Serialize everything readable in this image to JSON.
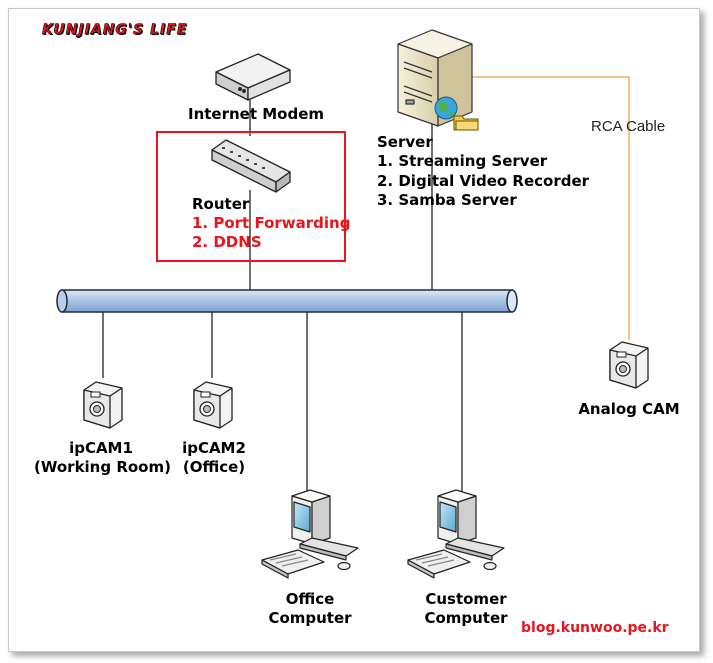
{
  "logo": "KUNJIANG'S LIFE",
  "nodes": {
    "modem": {
      "label": "Internet Modem"
    },
    "router": {
      "label": "Router",
      "features": [
        "1. Port Forwarding",
        "2. DDNS"
      ]
    },
    "server": {
      "label": "Server",
      "features": [
        "1. Streaming Server",
        "2. Digital Video Recorder",
        "3. Samba Server"
      ]
    },
    "rca_cable": {
      "label": "RCA Cable"
    },
    "analog_cam": {
      "label": "Analog CAM"
    },
    "ipcam1": {
      "line1": "ipCAM1",
      "line2": "(Working Room)"
    },
    "ipcam2": {
      "line1": "ipCAM2",
      "line2": "(Office)"
    },
    "office_pc": {
      "line1": "Office",
      "line2": "Computer"
    },
    "customer_pc": {
      "line1": "Customer",
      "line2": "Computer"
    }
  },
  "footer": {
    "blog": "blog.kunwoo.pe.kr"
  },
  "colors": {
    "highlight": "#e8141e",
    "bus": "#a9c4e4",
    "rca": "#f0a040"
  }
}
